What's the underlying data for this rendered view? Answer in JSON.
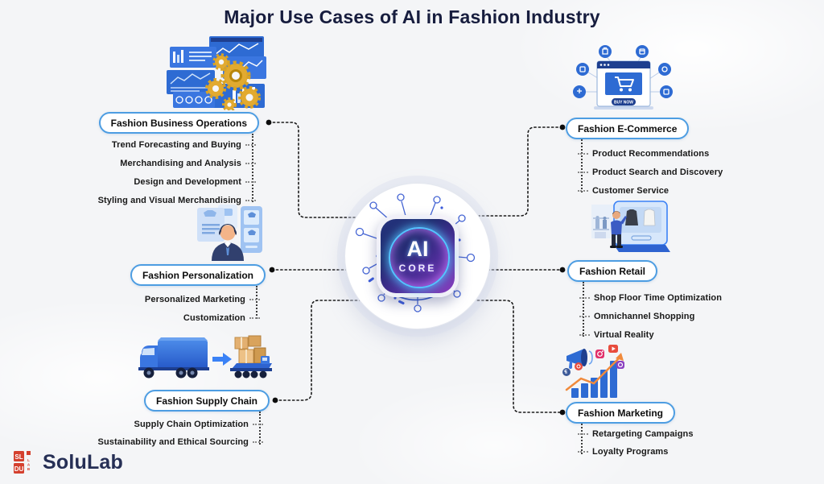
{
  "title": "Major Use Cases of AI in Fashion Industry",
  "center": {
    "chip_line1": "AI",
    "chip_line2": "CORE"
  },
  "sections": [
    {
      "id": "fashion-business-operations",
      "label": "Fashion Business Operations",
      "icon": "dashboards-gears-icon",
      "items": [
        "Trend Forecasting and Buying",
        "Merchandising and Analysis",
        "Design and Development",
        "Styling and Visual Merchandising"
      ]
    },
    {
      "id": "fashion-personalization",
      "label": "Fashion Personalization",
      "icon": "customer-profile-icon",
      "items": [
        "Personalized Marketing",
        "Customization"
      ]
    },
    {
      "id": "fashion-supply-chain",
      "label": "Fashion Supply Chain",
      "icon": "logistics-trucks-icon",
      "items": [
        "Supply Chain Optimization",
        "Sustainability and Ethical Sourcing"
      ]
    },
    {
      "id": "fashion-e-commerce",
      "label": "Fashion E-Commerce",
      "icon": "online-store-icon",
      "icon_button_text": "BUY NOW",
      "items": [
        "Product Recommendations",
        "Product Search and Discovery",
        "Customer Service"
      ]
    },
    {
      "id": "fashion-retail",
      "label": "Fashion Retail",
      "icon": "smart-retail-screen-icon",
      "items": [
        "Shop Floor Time Optimization",
        "Omnichannel Shopping",
        "Virtual Reality"
      ]
    },
    {
      "id": "fashion-marketing",
      "label": "Fashion Marketing",
      "icon": "marketing-growth-icon",
      "items": [
        "Retargeting Campaigns",
        "Loyalty Programs"
      ]
    }
  ],
  "logo": {
    "text": "SoluLab"
  },
  "colors": {
    "page-bg": "#f4f5f7",
    "title-navy": "#171d3e",
    "box-border-blue": "#4d9de2",
    "icon-blue": "#2e6bd3",
    "icon-blue-dark": "#1e3f8f",
    "gear-gold": "#d9a326",
    "box-tan": "#e3b071",
    "trend-orange": "#f08a3c",
    "logo-red": "#d4402e",
    "logo-navy": "#262f55",
    "chip-glow-cyan": "#55c3ff",
    "chip-purple": "#8a3fc0",
    "connector-black": "#1a1a1a"
  }
}
